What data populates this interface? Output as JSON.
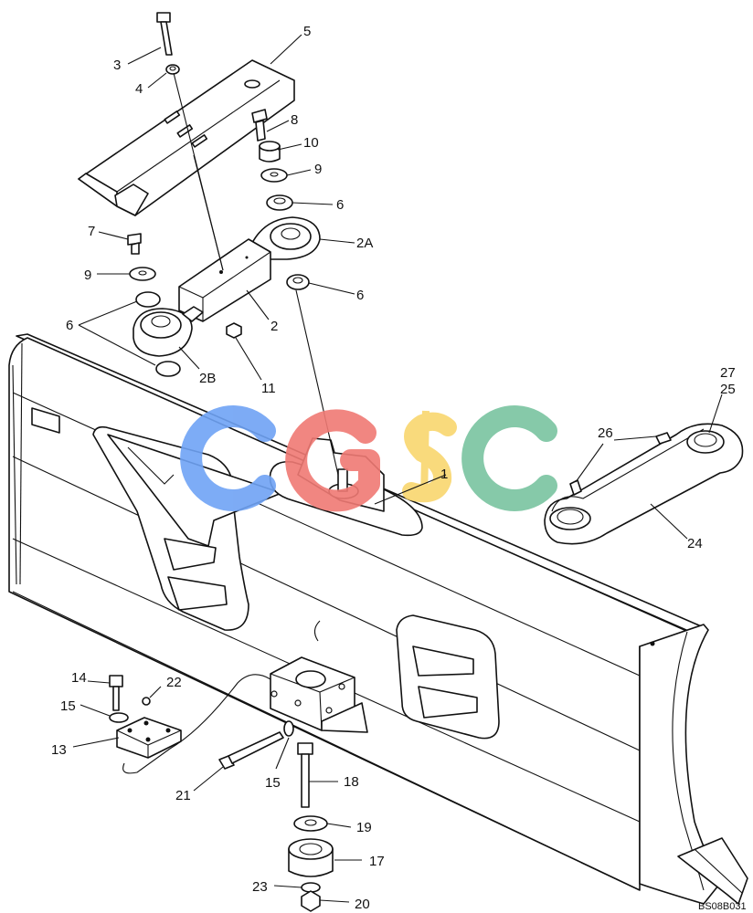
{
  "diagram": {
    "drawing_code": "BS08B031",
    "watermark": {
      "letters": [
        "C",
        "G",
        "S",
        "C"
      ],
      "colors": [
        "#6fa3f5",
        "#f07a74",
        "#f9d66e",
        "#79c4a0"
      ]
    },
    "callouts": [
      {
        "id": "c1",
        "text": "1"
      },
      {
        "id": "c2",
        "text": "2"
      },
      {
        "id": "c2a",
        "text": "2A"
      },
      {
        "id": "c2b",
        "text": "2B"
      },
      {
        "id": "c3",
        "text": "3"
      },
      {
        "id": "c4",
        "text": "4"
      },
      {
        "id": "c5",
        "text": "5"
      },
      {
        "id": "c6a",
        "text": "6"
      },
      {
        "id": "c6b",
        "text": "6"
      },
      {
        "id": "c6c",
        "text": "6"
      },
      {
        "id": "c7",
        "text": "7"
      },
      {
        "id": "c8",
        "text": "8"
      },
      {
        "id": "c9a",
        "text": "9"
      },
      {
        "id": "c9b",
        "text": "9"
      },
      {
        "id": "c10",
        "text": "10"
      },
      {
        "id": "c11",
        "text": "11"
      },
      {
        "id": "c13",
        "text": "13"
      },
      {
        "id": "c14",
        "text": "14"
      },
      {
        "id": "c15a",
        "text": "15"
      },
      {
        "id": "c15b",
        "text": "15"
      },
      {
        "id": "c17",
        "text": "17"
      },
      {
        "id": "c18",
        "text": "18"
      },
      {
        "id": "c19",
        "text": "19"
      },
      {
        "id": "c20",
        "text": "20"
      },
      {
        "id": "c21",
        "text": "21"
      },
      {
        "id": "c22",
        "text": "22"
      },
      {
        "id": "c23",
        "text": "23"
      },
      {
        "id": "c24",
        "text": "24"
      },
      {
        "id": "c25",
        "text": "25"
      },
      {
        "id": "c26",
        "text": "26"
      },
      {
        "id": "c27",
        "text": "27"
      }
    ]
  }
}
